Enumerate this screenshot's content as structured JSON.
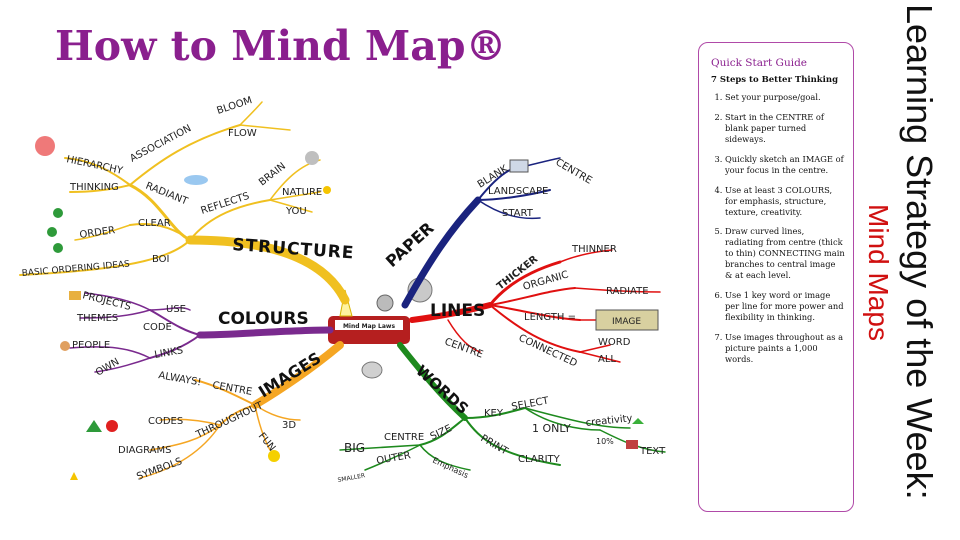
{
  "title": "How to Mind Map®",
  "side_title": "Learning Strategy of the Week:",
  "side_subtitle": "Mind Maps",
  "guide": {
    "title": "Quick Start Guide",
    "subtitle": "7 Steps to Better Thinking",
    "steps": [
      "Set your purpose/goal.",
      "Start in the CENTRE of blank paper turned sideways.",
      "Quickly sketch an IMAGE of your focus in the centre.",
      "Use at least 3 COLOURS, for emphasis, structure, texture, creativity.",
      "Draw curved lines, radiating from centre (thick to thin) CONNECTING main branches to central image & at each level.",
      "Use 1 key word or image per line for more power and flexibility in thinking.",
      "Use images throughout as a picture paints a 1,000 words."
    ]
  },
  "map": {
    "center_label": "Mind Map Laws",
    "structure": {
      "branch": "STRUCTURE",
      "words": [
        "BLOOM",
        "ASSOCIATION",
        "FLOW",
        "HIERARCHY",
        "THINKING",
        "RADIANT",
        "REFLECTS",
        "BRAIN",
        "NATURE",
        "YOU",
        "CLEAR",
        "ORDER",
        "BOI",
        "BASIC ORDERING IDEAS"
      ]
    },
    "colours": {
      "branch": "COLOURS",
      "words": [
        "PROJECTS",
        "USE",
        "THEMES",
        "CODE",
        "PEOPLE",
        "LINKS",
        "OWN"
      ]
    },
    "images": {
      "branch": "IMAGES",
      "words": [
        "ALWAYS!",
        "CENTRE",
        "THROUGHOUT",
        "CODES",
        "DIAGRAMS",
        "SYMBOLS",
        "3D",
        "FUN"
      ]
    },
    "paper": {
      "branch": "PAPER",
      "words": [
        "BLANK",
        "CENTRE",
        "LANDSCAPE",
        "START"
      ]
    },
    "lines": {
      "branch": "LINES",
      "words": [
        "THICKER",
        "THINNER",
        "ORGANIC",
        "RADIATE",
        "LENGTH =",
        "IMAGE",
        "WORD",
        "CENTRE",
        "CONNECTED",
        "ALL"
      ]
    },
    "words": {
      "branch": "WORDS",
      "words": [
        "KEY",
        "SELECT",
        "1 ONLY",
        "creativity",
        "10%",
        "TEXT",
        "PRINT",
        "CLARITY",
        "SIZE",
        "CENTRE",
        "BIG",
        "OUTER",
        "SMALLER",
        "Emphasis"
      ]
    }
  },
  "colors": {
    "structure": "#f0c020",
    "colours": "#7a2a8e",
    "images": "#f5a623",
    "paper": "#1a237e",
    "lines": "#e01010",
    "words": "#1e8a1e",
    "accent": "#8a1f8e"
  },
  "icons": [
    "brain-icon",
    "sun-icon",
    "world-icon",
    "globe-icon",
    "person-icon",
    "folder-icon",
    "lightbulb-icon",
    "camera-icon",
    "computer-icon",
    "smiley-icon",
    "star-icon",
    "check-icon",
    "book-icon"
  ]
}
